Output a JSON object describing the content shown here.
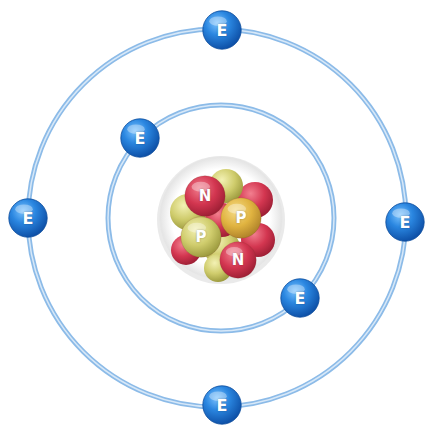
{
  "diagram": {
    "nodes": [
      {
        "text": [
          "E"
        ]
      },
      {
        "text": [
          "E"
        ]
      },
      {
        "text": [
          "N"
        ]
      },
      {
        "text": [
          "E"
        ]
      },
      {
        "text": [
          "P"
        ]
      },
      {
        "text": [
          "E"
        ]
      },
      {
        "text": [
          "P"
        ]
      },
      {
        "text": [
          "N"
        ]
      },
      {
        "text": [
          "E"
        ]
      },
      {
        "text": [
          "E"
        ]
      }
    ]
  }
}
